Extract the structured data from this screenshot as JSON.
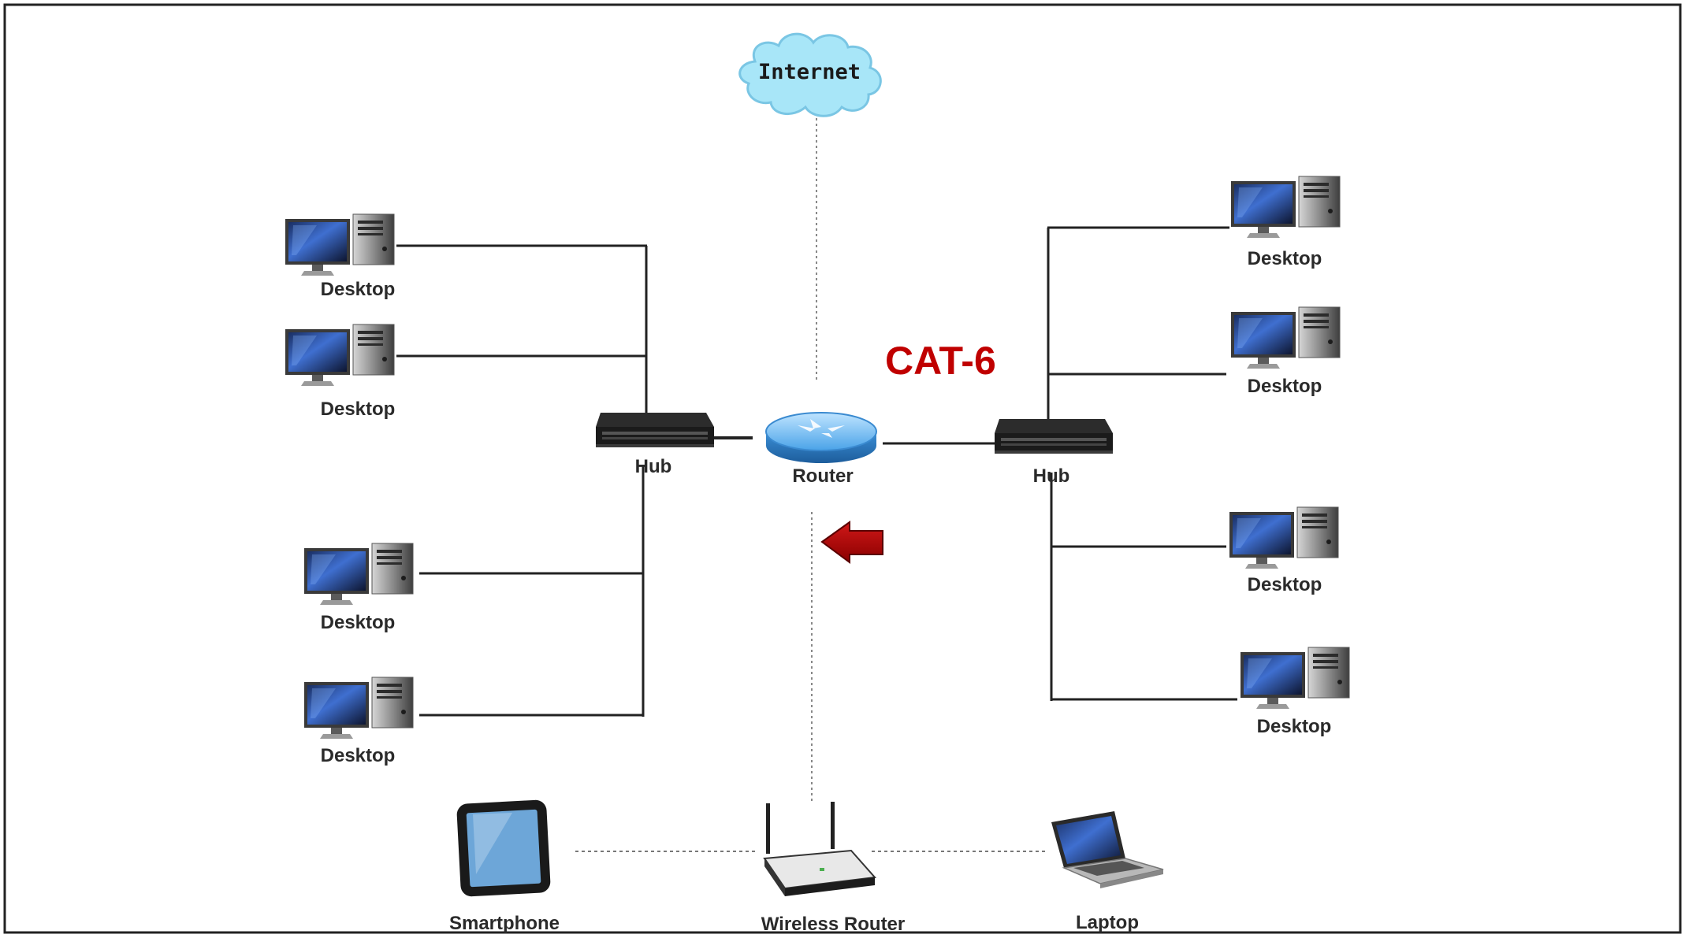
{
  "internet": {
    "label": "Internet"
  },
  "router": {
    "label": "Router"
  },
  "hub_left": {
    "label": "Hub"
  },
  "hub_right": {
    "label": "Hub"
  },
  "cable_annotation": {
    "label": "CAT-6",
    "color": "#c00000"
  },
  "arrow_color": "#b00000",
  "desktops_left": [
    {
      "label": "Desktop"
    },
    {
      "label": "Desktop"
    },
    {
      "label": "Desktop"
    },
    {
      "label": "Desktop"
    }
  ],
  "desktops_right": [
    {
      "label": "Desktop"
    },
    {
      "label": "Desktop"
    },
    {
      "label": "Desktop"
    },
    {
      "label": "Desktop"
    }
  ],
  "wireless_router": {
    "label": "Wireless Router"
  },
  "smartphone": {
    "label": "Smartphone"
  },
  "laptop": {
    "label": "Laptop"
  }
}
